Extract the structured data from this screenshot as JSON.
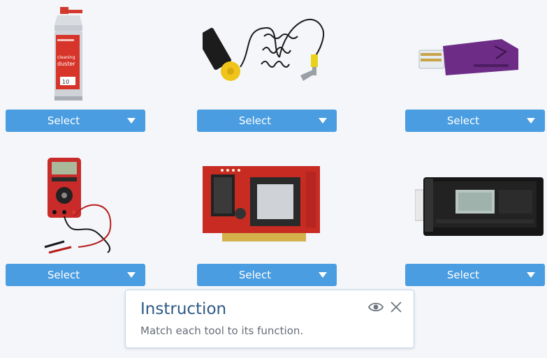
{
  "tools": [
    {
      "select_label": "Select",
      "icon": "compressed-air-can-icon"
    },
    {
      "select_label": "Select",
      "icon": "antistatic-wrist-strap-icon"
    },
    {
      "select_label": "Select",
      "icon": "loopback-plug-icon"
    },
    {
      "select_label": "Select",
      "icon": "multimeter-icon"
    },
    {
      "select_label": "Select",
      "icon": "post-diagnostic-card-icon"
    },
    {
      "select_label": "Select",
      "icon": "power-supply-tester-icon"
    }
  ],
  "instruction": {
    "title": "Instruction",
    "body": "Match each tool to its function."
  },
  "colors": {
    "button": "#4a9de0",
    "background": "#f4f6fa",
    "instruction_title": "#2e5a86"
  }
}
